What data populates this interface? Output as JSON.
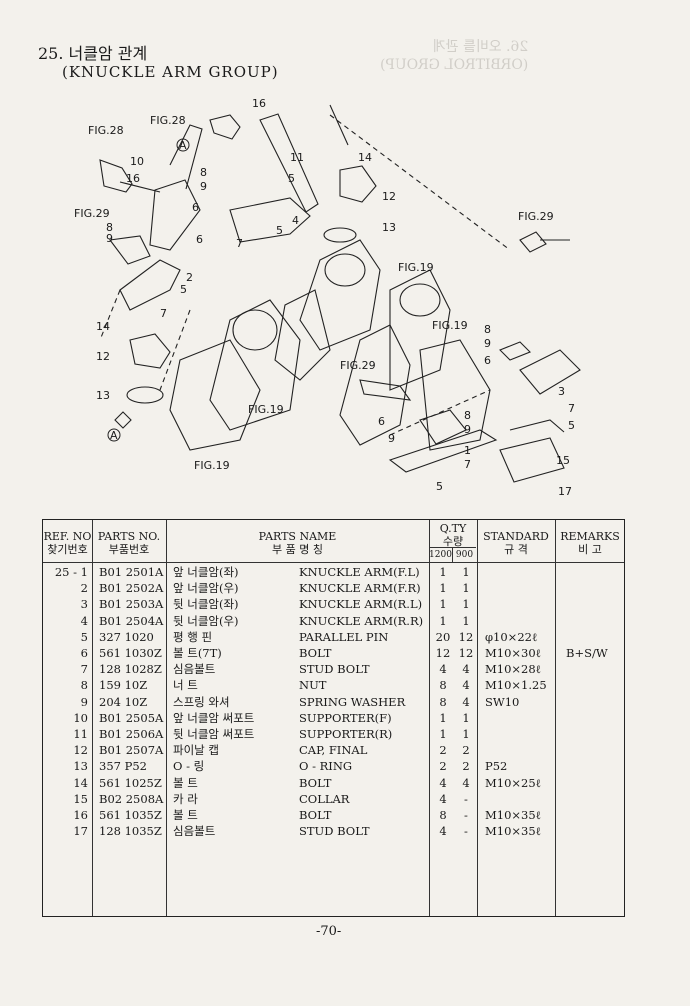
{
  "page": {
    "title": "25. 너클암 관계",
    "subtitle": "(KNUCKLE ARM GROUP)",
    "bleed_title": "26. 오비틀 관계",
    "bleed_subtitle": "(ORBITROL GROUP)",
    "page_number": "-70-"
  },
  "diagram": {
    "labels": [
      "16",
      "FIG.28",
      "FIG.28",
      "10",
      "16",
      "11",
      "14",
      "8",
      "9",
      "5",
      "12",
      "6",
      "4",
      "13",
      "FIG.29",
      "8",
      "9",
      "6",
      "7",
      "5",
      "FIG.29",
      "2",
      "5",
      "7",
      "FIG.19",
      "14",
      "12",
      "FIG.19",
      "13",
      "8",
      "9",
      "6",
      "3",
      "7",
      "5",
      "FIG.29",
      "FIG.19",
      "8",
      "9",
      "6",
      "9",
      "1",
      "7",
      "5",
      "15",
      "17",
      "FIG.19"
    ],
    "marker": "A"
  },
  "table": {
    "headers": {
      "ref_en": "REF. NO",
      "ref_kr": "찾기번호",
      "parts_en": "PARTS NO.",
      "parts_kr": "부품번호",
      "name_en": "PARTS NAME",
      "name_kr": "부    품    명    칭",
      "qty_en": "Q.TY",
      "qty_kr": "수량",
      "qty_a": "1200",
      "qty_b": "900",
      "std_en": "STANDARD",
      "std_kr": "규    격",
      "rem_en": "REMARKS",
      "rem_kr": "비    고"
    },
    "rows": [
      {
        "ref": "25 - 1",
        "no": "B01  2501A",
        "kr": "앞 너클암(좌)",
        "en": "KNUCKLE ARM(F.L)",
        "q1": "1",
        "q2": "1",
        "std": "",
        "rem": ""
      },
      {
        "ref": "2",
        "no": "B01  2502A",
        "kr": "앞 너클암(우)",
        "en": "KNUCKLE ARM(F.R)",
        "q1": "1",
        "q2": "1",
        "std": "",
        "rem": ""
      },
      {
        "ref": "3",
        "no": "B01  2503A",
        "kr": "뒷 너클암(좌)",
        "en": "KNUCKLE ARM(R.L)",
        "q1": "1",
        "q2": "1",
        "std": "",
        "rem": ""
      },
      {
        "ref": "4",
        "no": "B01  2504A",
        "kr": "뒷 너클암(우)",
        "en": "KNUCKLE ARM(R.R)",
        "q1": "1",
        "q2": "1",
        "std": "",
        "rem": ""
      },
      {
        "ref": "5",
        "no": "327  1020",
        "kr": "평 행 핀",
        "en": "PARALLEL PIN",
        "q1": "20",
        "q2": "12",
        "std": "φ10×22ℓ",
        "rem": ""
      },
      {
        "ref": "6",
        "no": "561  1030Z",
        "kr": "볼      트(7T)",
        "en": "BOLT",
        "q1": "12",
        "q2": "12",
        "std": "M10×30ℓ",
        "rem": "B+S/W"
      },
      {
        "ref": "7",
        "no": "128  1028Z",
        "kr": "심음볼트",
        "en": "STUD BOLT",
        "q1": "4",
        "q2": "4",
        "std": "M10×28ℓ",
        "rem": ""
      },
      {
        "ref": "8",
        "no": "159  10Z",
        "kr": "너      트",
        "en": "NUT",
        "q1": "8",
        "q2": "4",
        "std": "M10×1.25",
        "rem": ""
      },
      {
        "ref": "9",
        "no": "204  10Z",
        "kr": "스프링 와셔",
        "en": "SPRING WASHER",
        "q1": "8",
        "q2": "4",
        "std": "SW10",
        "rem": ""
      },
      {
        "ref": "10",
        "no": "B01  2505A",
        "kr": "앞 너클암 써포트",
        "en": "SUPPORTER(F)",
        "q1": "1",
        "q2": "1",
        "std": "",
        "rem": ""
      },
      {
        "ref": "11",
        "no": "B01  2506A",
        "kr": "뒷 너클암 써포트",
        "en": "SUPPORTER(R)",
        "q1": "1",
        "q2": "1",
        "std": "",
        "rem": ""
      },
      {
        "ref": "12",
        "no": "B01  2507A",
        "kr": "파이날 캡",
        "en": "CAP, FINAL",
        "q1": "2",
        "q2": "2",
        "std": "",
        "rem": ""
      },
      {
        "ref": "13",
        "no": "357  P52",
        "kr": "O - 링",
        "en": "O - RING",
        "q1": "2",
        "q2": "2",
        "std": "P52",
        "rem": ""
      },
      {
        "ref": "14",
        "no": "561  1025Z",
        "kr": "볼      트",
        "en": "BOLT",
        "q1": "4",
        "q2": "4",
        "std": "M10×25ℓ",
        "rem": ""
      },
      {
        "ref": "15",
        "no": "B02  2508A",
        "kr": "카      라",
        "en": "COLLAR",
        "q1": "4",
        "q2": "-",
        "std": "",
        "rem": ""
      },
      {
        "ref": "16",
        "no": "561  1035Z",
        "kr": "볼      트",
        "en": "BOLT",
        "q1": "8",
        "q2": "-",
        "std": "M10×35ℓ",
        "rem": ""
      },
      {
        "ref": "17",
        "no": "128  1035Z",
        "kr": "심음볼트",
        "en": "STUD BOLT",
        "q1": "4",
        "q2": "-",
        "std": "M10×35ℓ",
        "rem": ""
      }
    ]
  }
}
